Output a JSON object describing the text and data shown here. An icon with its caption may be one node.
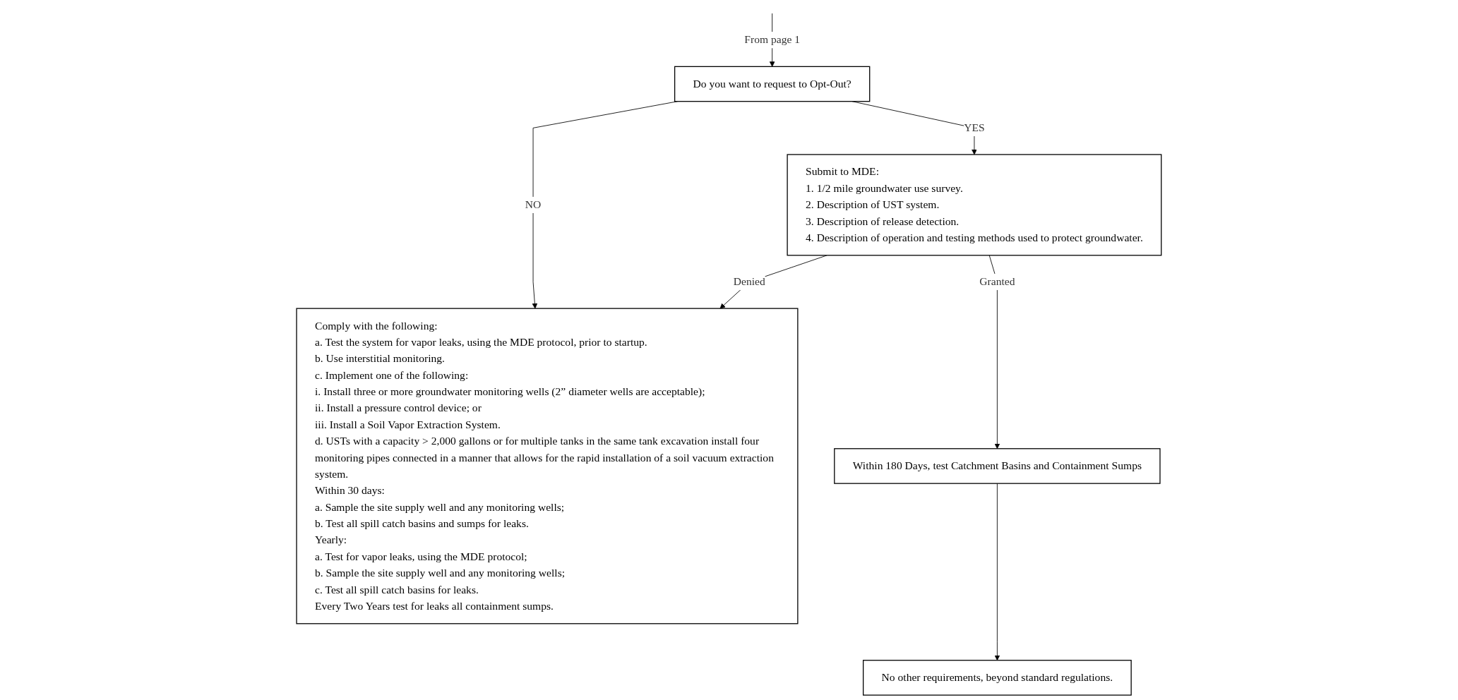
{
  "diagram": {
    "nodes": [
      {
        "text": [
          "Do you want to request to Opt-Out?"
        ]
      },
      {
        "text": [
          "Submit to MDE:",
          "1. 1/2 mile groundwater use survey.",
          "2. Description of UST system.",
          "3. Description of release detection.",
          "4. Description of operation and testing methods used to protect groundwater."
        ]
      },
      {
        "text": [
          "Within 180 Days, test Catchment Basins and Containment Sumps"
        ]
      },
      {
        "text": [
          "No other requirements, beyond standard regulations."
        ]
      },
      {
        "text": [
          "Comply with the following:",
          "a. Test the system for vapor leaks, using the MDE protocol, prior to startup.",
          "b. Use interstitial monitoring.",
          "c. Implement one of the following:",
          "i. Install three or more groundwater monitoring wells (2” diameter wells are acceptable);",
          "ii. Install a pressure control device; or",
          "iii. Install a Soil Vapor Extraction System.",
          "d. USTs with a capacity > 2,000 gallons or for multiple tanks in the same tank excavation install four monitoring pipes connected in a manner that allows for the rapid installation of a soil vacuum extraction system.",
          "Within 30 days:",
          "a. Sample the site supply well and any monitoring wells;",
          "b. Test all spill catch basins and sumps for leaks.",
          "Yearly:",
          "a. Test for vapor leaks, using the MDE protocol;",
          "b. Sample the site supply well and any monitoring wells;",
          "c. Test all spill catch basins for leaks.",
          "Every Two Years test for leaks all containment sumps."
        ]
      }
    ],
    "edges": [
      {
        "from": null,
        "to": 0,
        "arrow": "to",
        "label": "From page 1"
      },
      {
        "from": 0,
        "to": 4,
        "arrow": "to",
        "label": "NO"
      },
      {
        "from": 0,
        "to": 1,
        "arrow": "to",
        "label": "YES"
      },
      {
        "from": 1,
        "to": 4,
        "arrow": "to",
        "label": "Denied"
      },
      {
        "from": 1,
        "to": 2,
        "arrow": "to",
        "label": "Granted"
      },
      {
        "from": 2,
        "to": 3,
        "arrow": "to"
      }
    ]
  }
}
